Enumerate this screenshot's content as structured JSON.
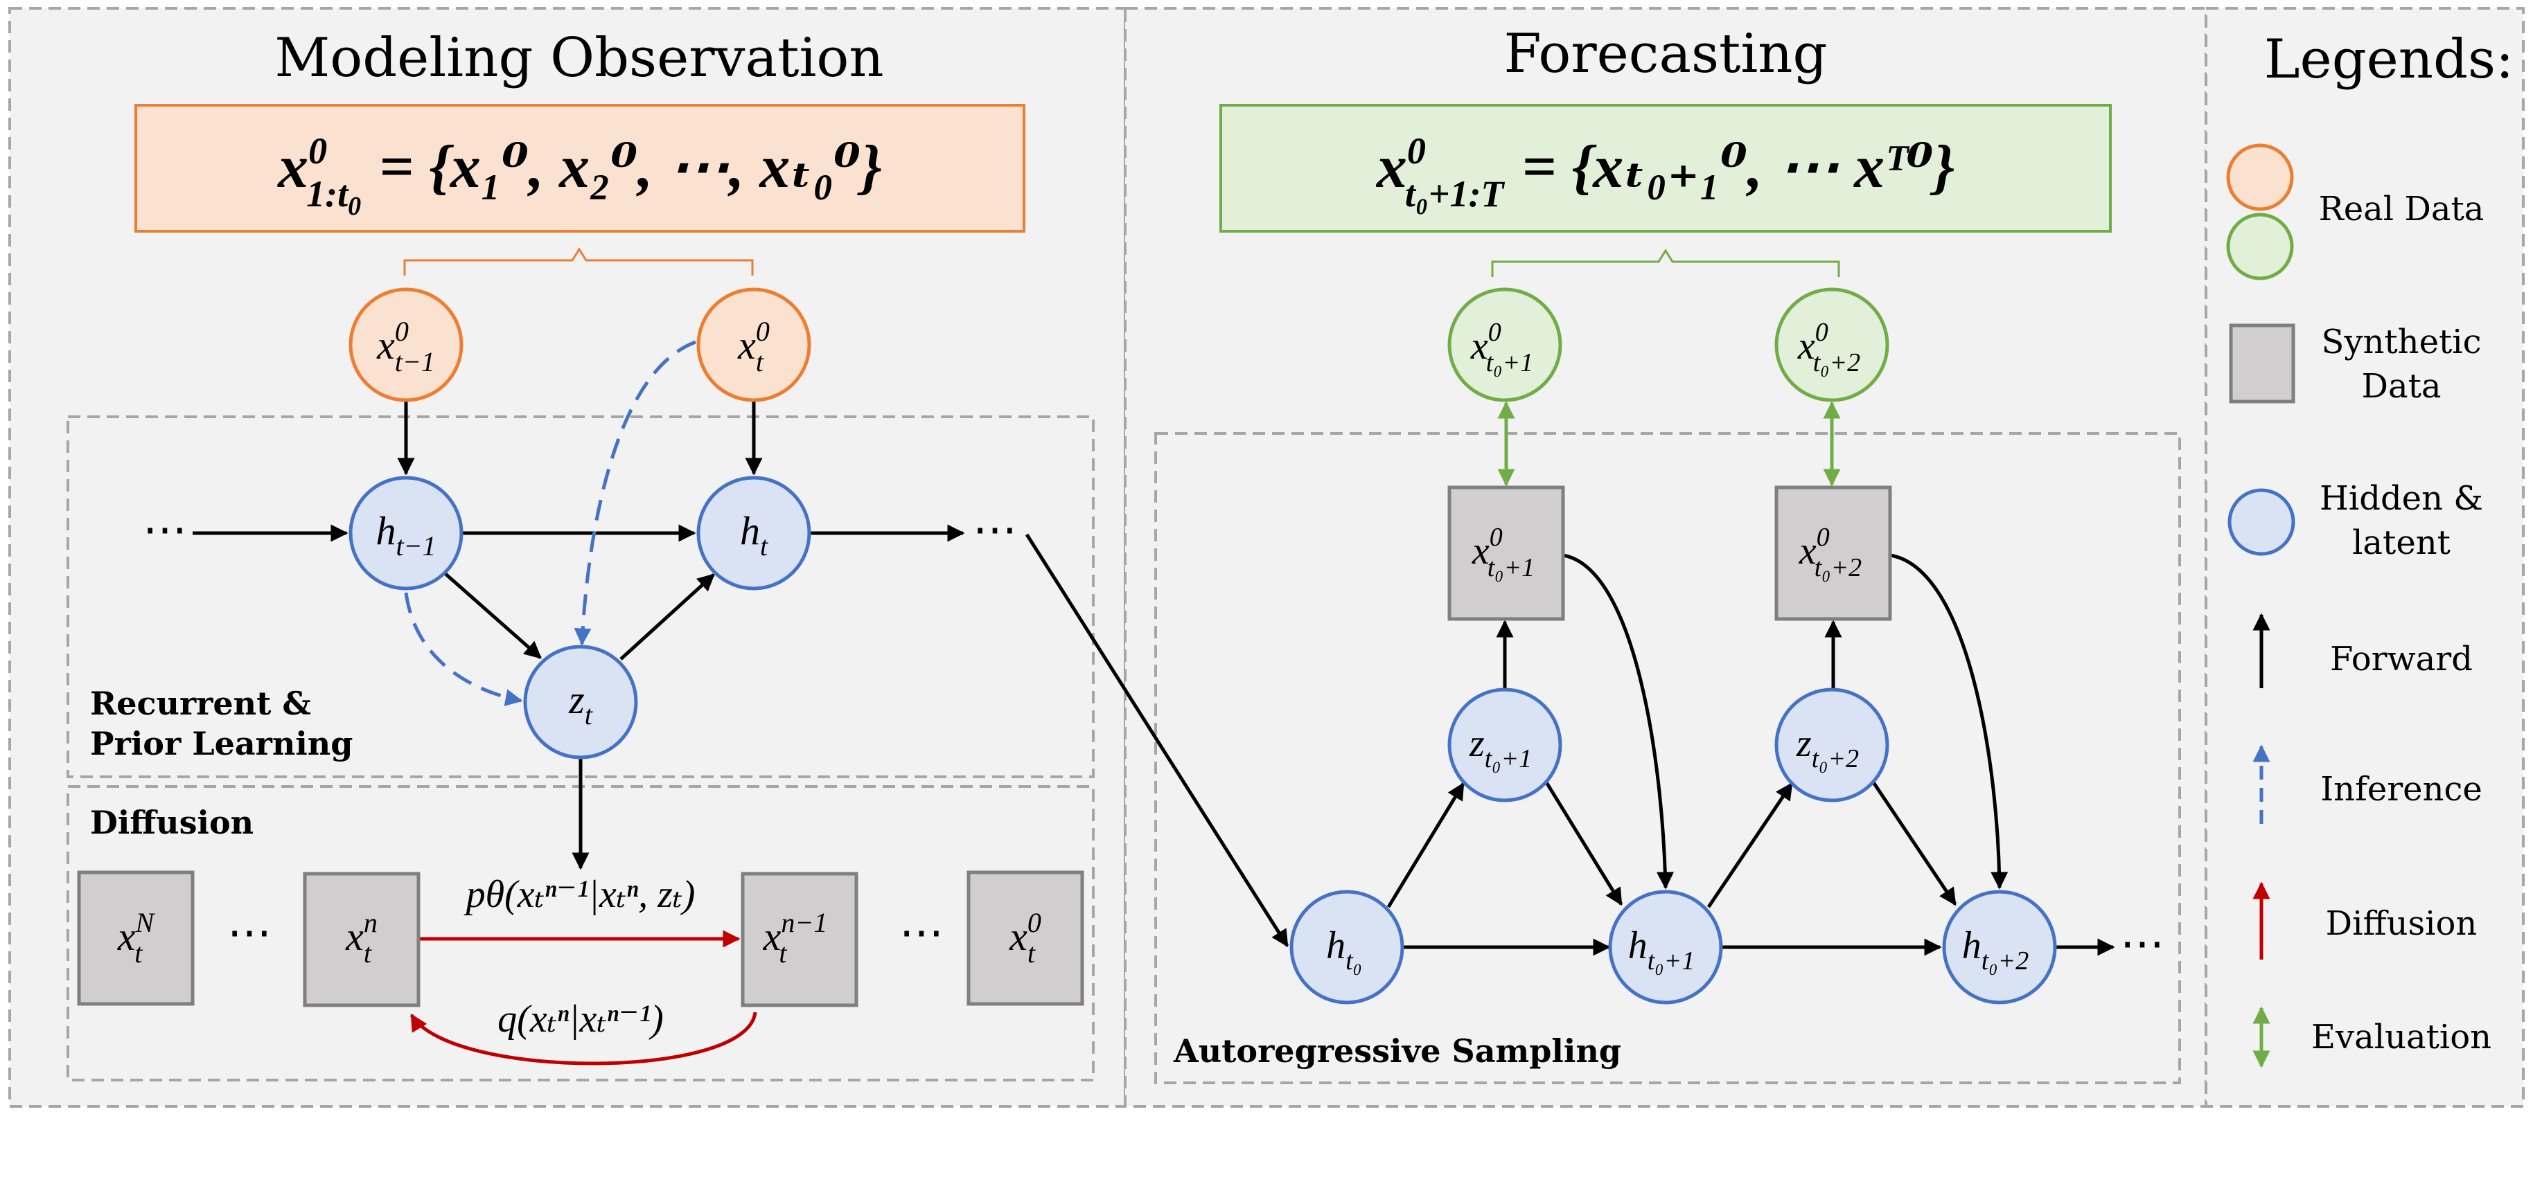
{
  "panels": {
    "modeling": {
      "title": "Modeling Observation",
      "equation": {
        "lhs": "x",
        "lhs_sup": "0",
        "lhs_sub": "1:t",
        "lhs_sub2": "0",
        "rhs": "= {x₁⁰, x₂⁰, ⋯, xₜ₀⁰}"
      },
      "recurrent_label_1": "Recurrent &",
      "recurrent_label_2": "Prior Learning",
      "diffusion_label": "Diffusion"
    },
    "forecasting": {
      "title": "Forecasting",
      "equation": {
        "lhs": "x",
        "lhs_sup": "0",
        "lhs_sub": "t₀+1:T",
        "rhs": "= {xₜ₀₊₁⁰, ⋯ xᵀ⁰}"
      },
      "autoregressive_label": "Autoregressive Sampling"
    },
    "legends": {
      "title": "Legends:",
      "items": [
        {
          "label": "Real Data"
        },
        {
          "label_1": "Synthetic",
          "label_2": "Data"
        },
        {
          "label_1": "Hidden &",
          "label_2": "latent"
        },
        {
          "label": "Forward"
        },
        {
          "label": "Inference"
        },
        {
          "label": "Diffusion"
        },
        {
          "label": "Evaluation"
        }
      ]
    }
  },
  "nodes": {
    "x_t_minus_1": {
      "base": "x",
      "sup": "0",
      "sub": "t−1"
    },
    "x_t": {
      "base": "x",
      "sup": "0",
      "sub": "t"
    },
    "h_t_minus_1": {
      "base": "h",
      "sub": "t−1"
    },
    "h_t": {
      "base": "h",
      "sub": "t"
    },
    "z_t": {
      "base": "z",
      "sub": "t"
    },
    "x_t_N": {
      "base": "x",
      "sup": "N",
      "sub": "t"
    },
    "x_t_n": {
      "base": "x",
      "sup": "n",
      "sub": "t"
    },
    "x_t_n_minus_1": {
      "base": "x",
      "sup": "n−1",
      "sub": "t"
    },
    "x_t_0": {
      "base": "x",
      "sup": "0",
      "sub": "t"
    },
    "p_theta": "pθ(xₜⁿ⁻¹|xₜⁿ, zₜ)",
    "q": "q(xₜⁿ|xₜⁿ⁻¹)",
    "x_t0_plus_1_real": {
      "base": "x",
      "sup": "0",
      "sub": "t₀+1"
    },
    "x_t0_plus_2_real": {
      "base": "x",
      "sup": "0",
      "sub": "t₀+2"
    },
    "x_t0_plus_1_syn": {
      "base": "x",
      "sup": "0",
      "sub": "t₀+1"
    },
    "x_t0_plus_2_syn": {
      "base": "x",
      "sup": "0",
      "sub": "t₀+2"
    },
    "z_t0_plus_1": {
      "base": "z",
      "sub": "t₀+1"
    },
    "z_t0_plus_2": {
      "base": "z",
      "sub": "t₀+2"
    },
    "h_t0": {
      "base": "h",
      "sub": "t₀"
    },
    "h_t0_plus_1": {
      "base": "h",
      "sub": "t₀+1"
    },
    "h_t0_plus_2": {
      "base": "h",
      "sub": "t₀+2"
    },
    "ellipsis": "⋯"
  },
  "colors": {
    "real_orange_fill": "#fbe2d0",
    "real_orange_stroke": "#ed7d31",
    "real_green_fill": "#e2efd9",
    "real_green_stroke": "#70ad47",
    "synthetic_fill": "#d0cece",
    "synthetic_stroke": "#7f7f7f",
    "hidden_fill": "#dae3f3",
    "hidden_stroke": "#4472c4",
    "forward": "#000000",
    "inference": "#4472c4",
    "diffusion": "#c00000",
    "evaluation": "#70ad47"
  }
}
